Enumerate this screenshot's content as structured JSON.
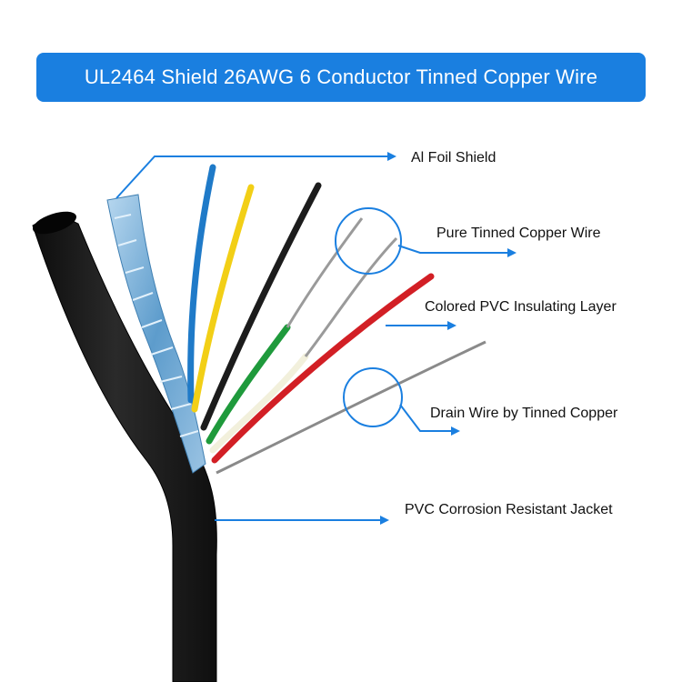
{
  "title": "UL2464 Shield 26AWG 6 Conductor Tinned Copper Wire",
  "labels": {
    "foil_shield": "Al Foil Shield",
    "tinned_copper": "Pure Tinned Copper Wire",
    "pvc_insulation": "Colored PVC Insulating Layer",
    "drain_wire": "Drain Wire by Tinned Copper",
    "jacket": "PVC Corrosion Resistant Jacket"
  },
  "colors": {
    "banner": "#1a7fe0",
    "arrow": "#1a7fe0",
    "jacket": "#1b1b1b",
    "foil": "#6fa8d6",
    "wire_blue": "#1f7ac8",
    "wire_yellow": "#f2cf16",
    "wire_black": "#1c1c1c",
    "wire_green": "#1f9a3c",
    "wire_white": "#f2f0dc",
    "wire_red": "#d21f25",
    "copper_strand": "#9a9a9a"
  }
}
